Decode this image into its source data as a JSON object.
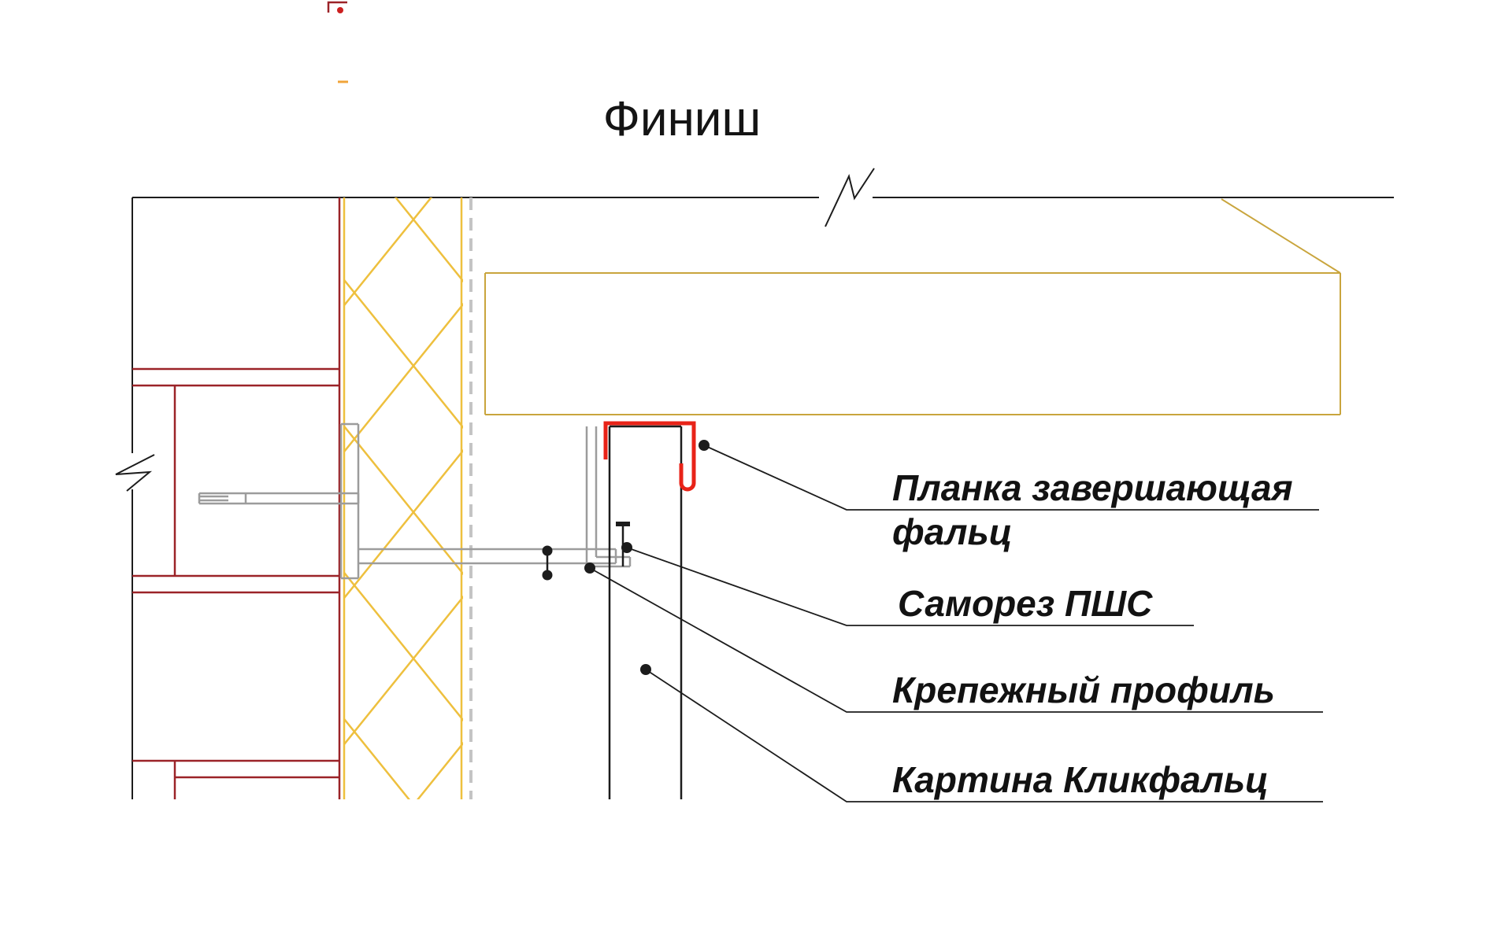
{
  "title": "Финиш",
  "callouts": {
    "flashing_line1": "Планка завершающая",
    "flashing_line2": "фальц",
    "screw": "Саморез ПШС",
    "profile": "Крепежный профиль",
    "panel": "Картина Кликфальц"
  },
  "colors": {
    "line_black": "#1c1c1c",
    "wall_outline": "#9b2328",
    "insulation": "#eec03e",
    "beam_outline": "#c9a53d",
    "membrane": "#c4c4c4",
    "bracket": "#9c9c9c",
    "flashing_red": "#e82318"
  }
}
